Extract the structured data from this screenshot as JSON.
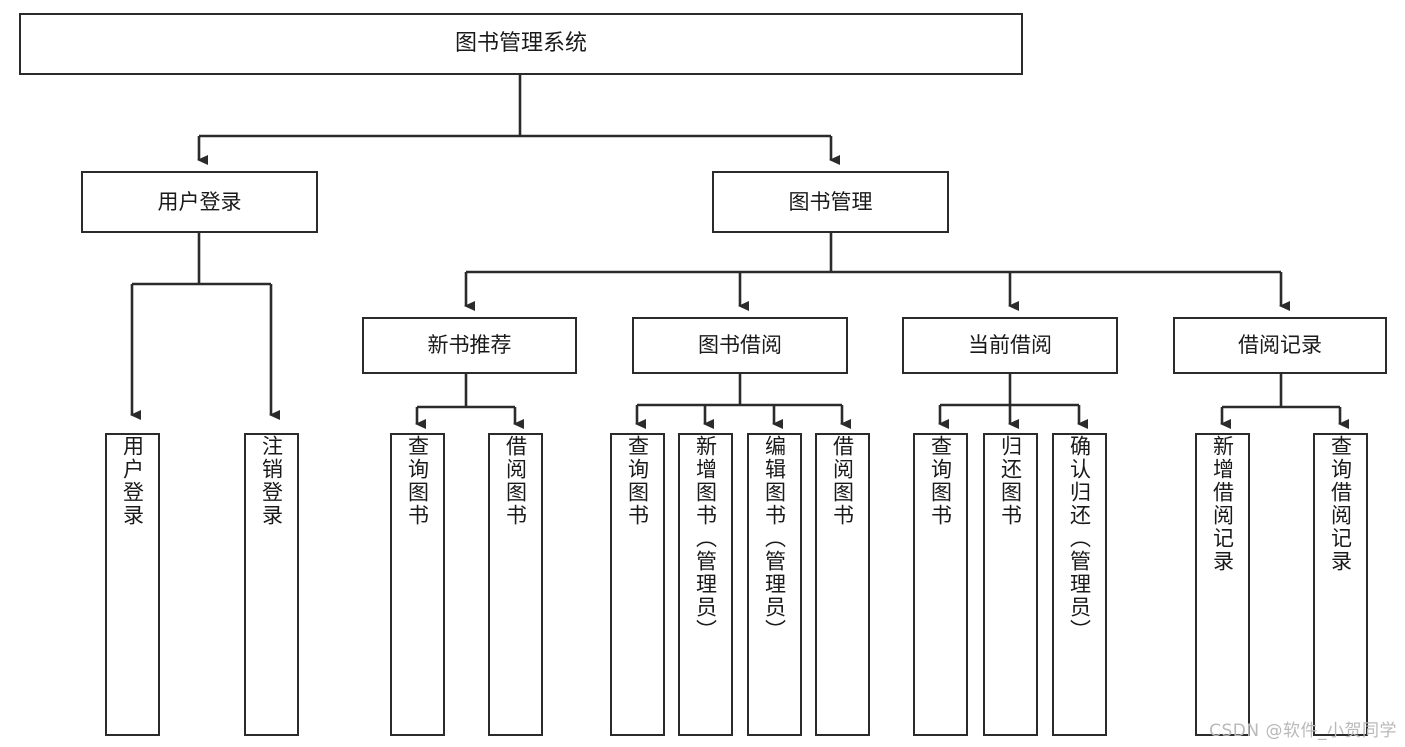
{
  "diagram": {
    "title": "图书管理系统",
    "type": "tree",
    "root": {
      "id": "root",
      "label": "图书管理系统"
    },
    "level2": [
      {
        "id": "user-login",
        "label": "用户登录"
      },
      {
        "id": "book-manage",
        "label": "图书管理"
      }
    ],
    "level3": [
      {
        "id": "new-book-rec",
        "label": "新书推荐",
        "parent": "book-manage"
      },
      {
        "id": "book-borrow",
        "label": "图书借阅",
        "parent": "book-manage"
      },
      {
        "id": "current-borrow",
        "label": "当前借阅",
        "parent": "book-manage"
      },
      {
        "id": "borrow-record",
        "label": "借阅记录",
        "parent": "book-manage"
      }
    ],
    "leaves": [
      {
        "id": "leaf-user-login",
        "label": "用户登录",
        "parent": "user-login"
      },
      {
        "id": "leaf-logout-login",
        "label": "注销登录",
        "parent": "user-login"
      },
      {
        "id": "leaf-query-book-1",
        "label": "查询图书",
        "parent": "new-book-rec"
      },
      {
        "id": "leaf-borrow-book-1",
        "label": "借阅图书",
        "parent": "new-book-rec"
      },
      {
        "id": "leaf-query-book-2",
        "label": "查询图书",
        "parent": "book-borrow"
      },
      {
        "id": "leaf-add-book",
        "label": "新增图书（管理员）",
        "parent": "book-borrow"
      },
      {
        "id": "leaf-edit-book",
        "label": "编辑图书（管理员）",
        "parent": "book-borrow"
      },
      {
        "id": "leaf-borrow-book-2",
        "label": "借阅图书",
        "parent": "book-borrow"
      },
      {
        "id": "leaf-query-book-3",
        "label": "查询图书",
        "parent": "current-borrow"
      },
      {
        "id": "leaf-return-book",
        "label": "归还图书",
        "parent": "current-borrow"
      },
      {
        "id": "leaf-confirm-return",
        "label": "确认归还（管理员）",
        "parent": "current-borrow"
      },
      {
        "id": "leaf-add-record",
        "label": "新增借阅记录",
        "parent": "borrow-record"
      },
      {
        "id": "leaf-query-record",
        "label": "查询借阅记录",
        "parent": "borrow-record"
      }
    ],
    "colors": {
      "stroke": "#2b2b2b",
      "fill": "#ffffff",
      "text": "#1a1a1a",
      "watermark": "#b9b9b9"
    }
  },
  "watermark": {
    "text": "CSDN @软件_小贺同学"
  }
}
